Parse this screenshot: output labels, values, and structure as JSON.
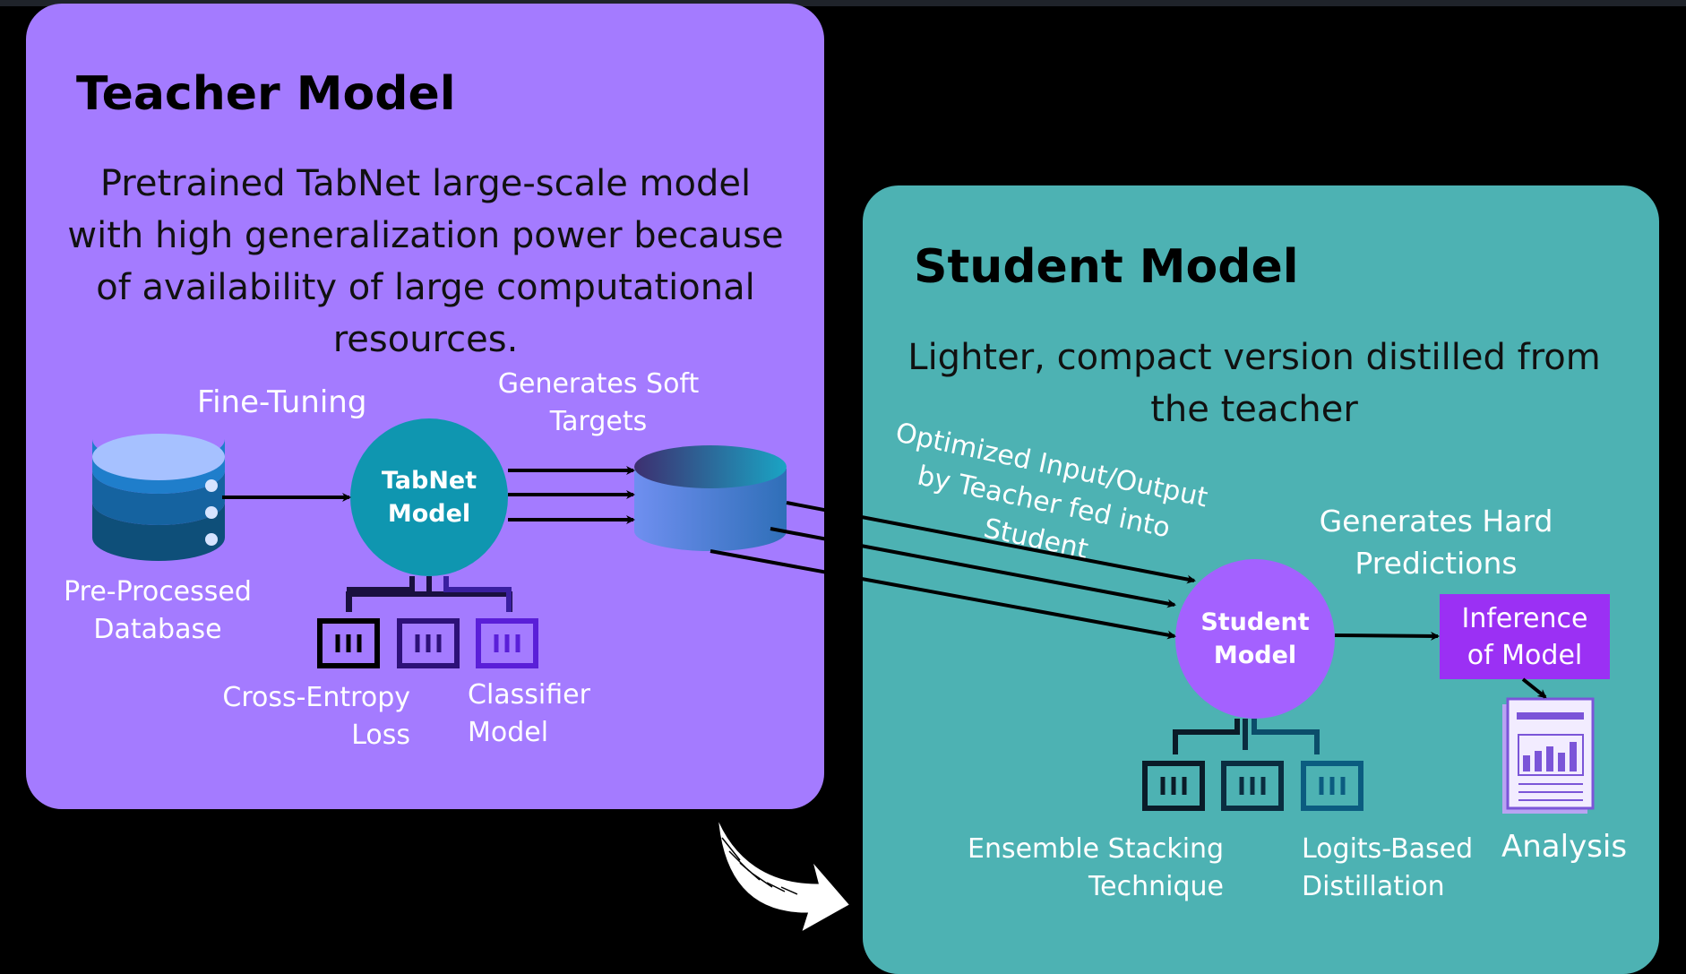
{
  "teacher": {
    "title": "Teacher Model",
    "description": [
      "Pretrained TabNet large-scale model",
      "with high generalization power because",
      "of availability of large computational",
      "resources."
    ],
    "fine_tuning": "Fine-Tuning",
    "soft_targets": [
      "Generates Soft",
      "Targets"
    ],
    "database": [
      "Pre-Processed",
      "Database"
    ],
    "tabnet": [
      "TabNet",
      "Model"
    ],
    "cross_entropy": [
      "Cross-Entropy",
      "Loss"
    ],
    "classifier": [
      "Classifier",
      "Model"
    ]
  },
  "student": {
    "title": "Student Model",
    "description": [
      "Lighter, compact version distilled from",
      "the teacher"
    ],
    "optimized": [
      "Optimized Input/Output",
      "by Teacher fed into",
      "Student"
    ],
    "hard_predictions": [
      "Generates Hard",
      "Predictions"
    ],
    "student_circle": [
      "Student",
      "Model"
    ],
    "inference": [
      "Inference",
      "of Model"
    ],
    "ensemble": [
      "Ensemble Stacking",
      "Technique"
    ],
    "logits": [
      "Logits-Based",
      "Distillation"
    ],
    "analysis": "Analysis"
  },
  "colors": {
    "teacher_bg": "#a47bff",
    "student_bg": "#4db2b3",
    "tabnet_circle": "#0f96b0",
    "student_circle": "#a461ff",
    "inference_box": "#9b30f4"
  },
  "icons": [
    "database-icon",
    "cylinder-icon",
    "network-tree-icon",
    "report-chart-icon",
    "curved-arrow-icon"
  ]
}
